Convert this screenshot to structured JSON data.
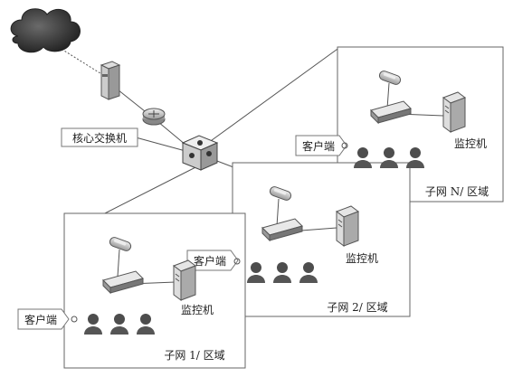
{
  "labels": {
    "core_switch": "核心交换机",
    "client": "客户端",
    "monitor_host": "监控机",
    "subnet_1": "子网 1/ 区域",
    "subnet_2": "子网 2/ 区域",
    "subnet_n": "子网 N/ 区域"
  },
  "icons": {
    "cloud": "internet-cloud-icon",
    "firewall": "firewall-icon",
    "router": "router-icon",
    "core_switch": "core-switch-icon",
    "camera": "camera-icon",
    "switch": "network-switch-icon",
    "server": "server-tower-icon",
    "user": "user-icon"
  },
  "colors": {
    "line": "#555555",
    "box": "#666666",
    "device": "#bdbdbd",
    "user": "#5a5a5a"
  }
}
